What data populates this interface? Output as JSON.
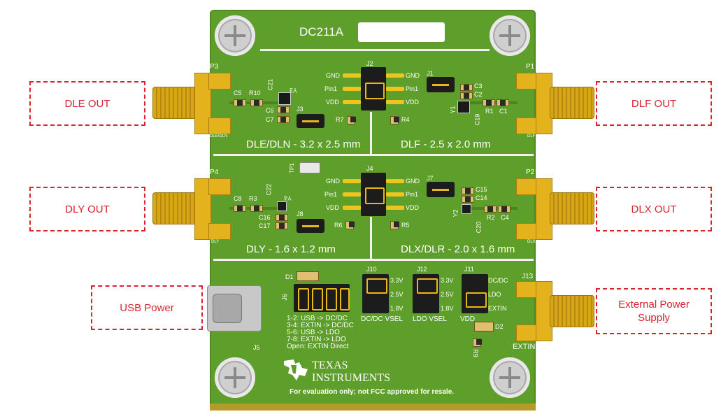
{
  "board": {
    "title": "DC211A",
    "footer": "For evaluation only; not FCC approved for resale.",
    "brand_line1": "TEXAS",
    "brand_line2": "INSTRUMENTS"
  },
  "callouts": {
    "dle_out": "DLE OUT",
    "dlf_out": "DLF OUT",
    "dly_out": "DLY OUT",
    "dlx_out": "DLX OUT",
    "usb_power": "USB Power",
    "ext_power_l1": "External Power",
    "ext_power_l2": "Supply"
  },
  "sections": {
    "dle": "DLE/DLN - 3.2 x 2.5 mm",
    "dlf": "DLF - 2.5 x 2.0 mm",
    "dly": "DLY - 1.6 x 1.2 mm",
    "dlx": "DLX/DLR - 2.0 x 1.6 mm"
  },
  "ports": {
    "p1": "P1",
    "p2": "P2",
    "p3": "P3",
    "p4": "P4",
    "p3_sub": "DLE/DLN",
    "p1_sub": "DLF",
    "p4_sub": "DLY",
    "p2_sub": "DLX"
  },
  "headers": {
    "j2": "J2",
    "j4": "J4",
    "gnd": "GND",
    "pin1": "Pin1",
    "vdd": "VDD"
  },
  "refdes": {
    "c5": "C5",
    "r10": "R10",
    "c21": "C21",
    "y3": "Y3",
    "c6": "C6",
    "c7": "C7",
    "j3": "J3",
    "r7": "R7",
    "r4": "R4",
    "j1": "J1",
    "c3": "C3",
    "c2": "C2",
    "y1": "Y1",
    "r1": "R1",
    "c1": "C1",
    "c19": "C19",
    "tp1": "TP1",
    "c8": "C8",
    "r3": "R3",
    "c22": "C22",
    "y4": "Y4",
    "c16": "C16",
    "c17": "C17",
    "j8": "J8",
    "r6": "R6",
    "r5": "R5",
    "j7": "J7",
    "c15": "C15",
    "c14": "C14",
    "y2": "Y2",
    "r2": "R2",
    "c4": "C4",
    "c20": "C20",
    "d1": "D1",
    "j6": "J6",
    "j10": "J10",
    "j12": "J12",
    "j11": "J11",
    "j13": "J13",
    "j5": "J5",
    "d2": "D2",
    "r9": "R9"
  },
  "j6_legend": [
    "1-2: USB -> DC/DC",
    "3-4: EXTIN -> DC/DC",
    "5-6: USB -> LDO",
    "7-8: EXTIN -> LDO",
    "Open: EXTIN Direct"
  ],
  "j10": {
    "v33": "3.3V",
    "v25": "2.5V",
    "v18": "1.8V",
    "label": "DC/DC VSEL"
  },
  "j12": {
    "v33": "3.3V",
    "v25": "2.5V",
    "v18": "1.8V",
    "label": "LDO VSEL"
  },
  "j11": {
    "dcdc": "DC/DC",
    "ldo": "LDO",
    "extin": "EXTIN",
    "vdd": "VDD"
  },
  "extin_label": "EXTIN",
  "colors": {
    "board": "#5e9e2a",
    "callout": "#d9232d",
    "gold": "#e3b21c"
  }
}
